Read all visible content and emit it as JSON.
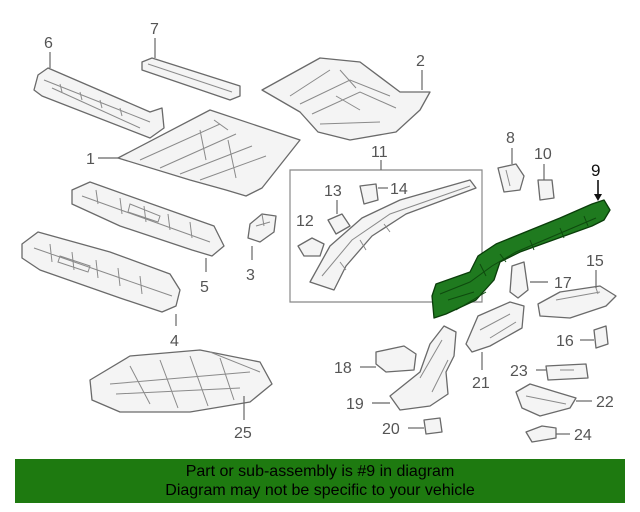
{
  "diagram": {
    "labels": {
      "p1": "1",
      "p2": "2",
      "p3": "3",
      "p4": "4",
      "p5": "5",
      "p6": "6",
      "p7": "7",
      "p8": "8",
      "p9": "9",
      "p10": "10",
      "p11": "11",
      "p12": "12",
      "p13": "13",
      "p14": "14",
      "p15": "15",
      "p16": "16",
      "p17": "17",
      "p18": "18",
      "p19": "19",
      "p20": "20",
      "p21": "21",
      "p22": "22",
      "p23": "23",
      "p24": "24",
      "p25": "25"
    },
    "highlighted_part": "9",
    "highlight_color": "#1f7a1f"
  },
  "banner": {
    "line1": "Part or sub-assembly is #9 in diagram",
    "line2": "Diagram may not be specific to your vehicle",
    "color": "#1e7a10"
  }
}
